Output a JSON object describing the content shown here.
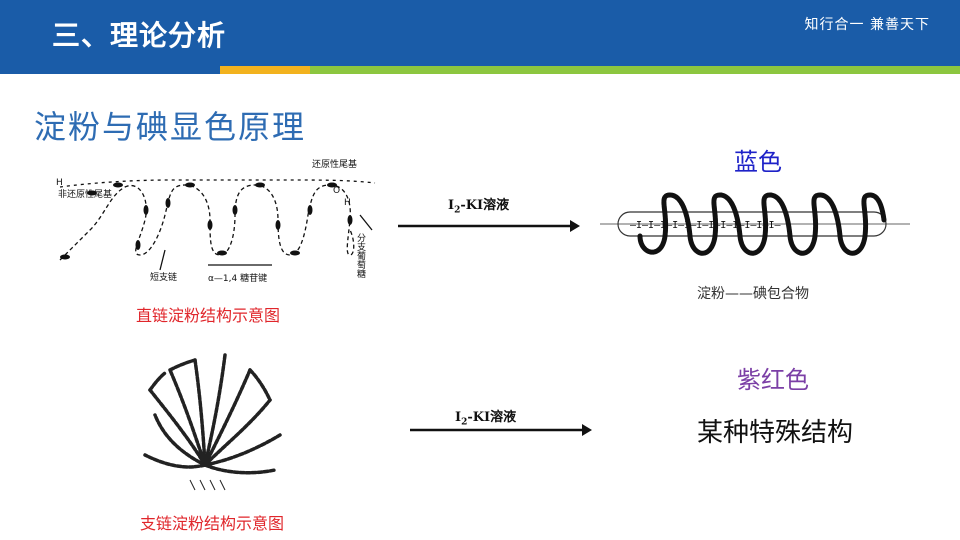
{
  "header": {
    "title": "三、理论分析",
    "motto": "知行合一 兼善天下"
  },
  "slide": {
    "title": "淀粉与碘显色原理"
  },
  "linear": {
    "caption": "直链淀粉结构示意图",
    "labels": {
      "reducing_end": "还原性尾基",
      "non_reducing_end": "非还原性尾基",
      "h_left": "H",
      "h_right": "H",
      "o_right": "O",
      "branch_glucose": "分支葡萄糖",
      "short_branch": "短支链",
      "glycosidic_bond": "α—1,4 糖苷键"
    }
  },
  "branched": {
    "caption": "支链淀粉结构示意图"
  },
  "reaction1": {
    "reagent_main": "I",
    "reagent_sub": "2",
    "reagent_rest": "-KI溶液",
    "color_result": "蓝色",
    "complex_label": "淀粉——碘包合物"
  },
  "reaction2": {
    "reagent_main": "I",
    "reagent_sub": "2",
    "reagent_rest": "-KI溶液",
    "color_result": "紫红色",
    "structure_label": "某种特殊结构"
  },
  "colors": {
    "header_blue": "#1a5ca8",
    "accent_yellow": "#f2b21e",
    "accent_green": "#8cc63f",
    "title_blue": "#2e6cb3",
    "caption_red": "#e0262b",
    "result_blue": "#1e22c8",
    "result_purple": "#7b3fa6"
  }
}
